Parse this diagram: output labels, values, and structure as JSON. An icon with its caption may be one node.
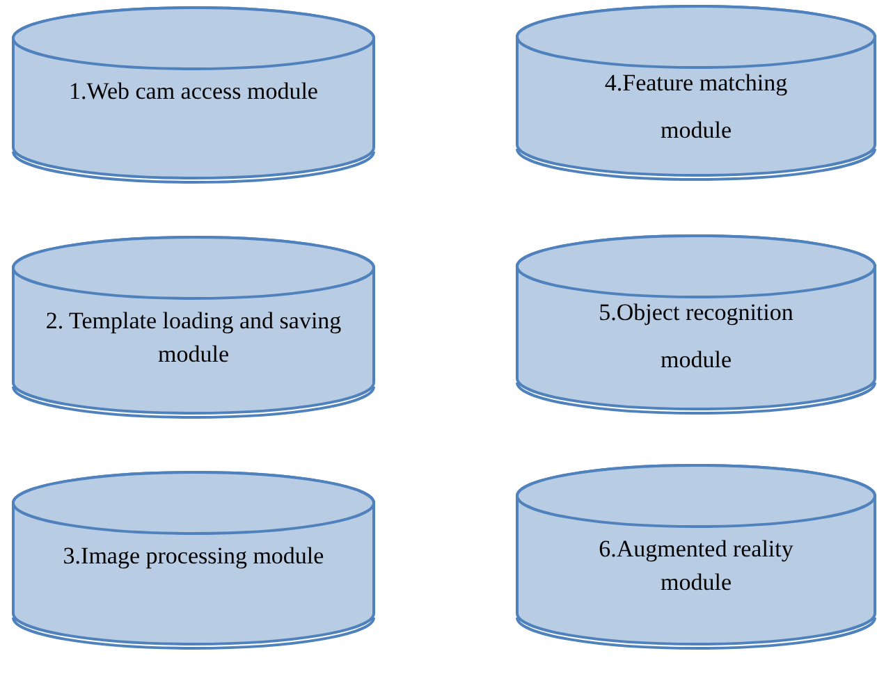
{
  "diagram": {
    "nodes": [
      {
        "text": [
          "1.Web cam access module"
        ]
      },
      {
        "text": [
          "2. Template loading and saving module"
        ]
      },
      {
        "text": [
          "3.Image processing module"
        ]
      },
      {
        "text": [
          "4.Feature matching module"
        ]
      },
      {
        "text": [
          "5.Object recognition module"
        ]
      },
      {
        "text": [
          "6.Augmented reality module"
        ]
      }
    ]
  }
}
